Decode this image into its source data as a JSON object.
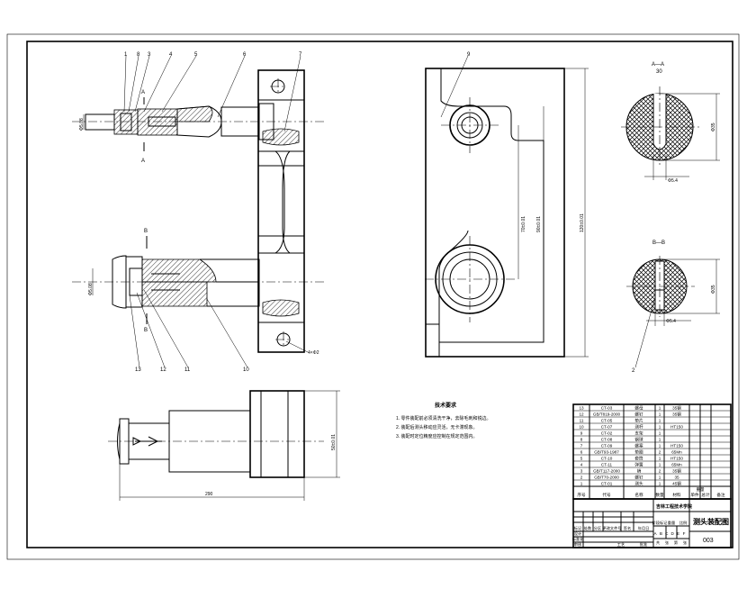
{
  "drawing": {
    "title": "测头装配图",
    "institution": "吉林工程技术学院",
    "number": "003"
  },
  "part_balloons_top": [
    "1",
    "8",
    "3",
    "4",
    "5",
    "6",
    "7"
  ],
  "part_balloons_bottom": [
    "13",
    "12",
    "11",
    "10"
  ],
  "part_balloon_right": "9",
  "part_balloon_detail": "2",
  "section_labels": {
    "a_top": "A",
    "a_bottom": "A",
    "b_top": "B",
    "b_bottom": "B",
    "aa_title": "A—A",
    "aa_scale": "30",
    "bb_title": "B—B"
  },
  "dimensions": {
    "shaft_dia_top": "Φ5.08",
    "shaft_dia_bottom": "Φ5.08",
    "hole_note": "4×Φ2",
    "length_total": "290",
    "height_side": "50±0.01",
    "right_h1": "70±0.01",
    "right_h2": "90±0.01",
    "right_h3": "120±0.01",
    "aa_dia": "Φ35",
    "aa_sub": "Φ5.4",
    "bb_dia": "Φ35",
    "bb_sub": "Φ5.4"
  },
  "notes": {
    "heading": "技术要求",
    "lines": [
      "1. 零件装配前必须清洗干净，去除毛刺和锐边。",
      "2. 装配后测头移动应灵活，无卡滞现象。",
      "3. 装配时定位精度应控制在规定范围内。"
    ]
  },
  "bom": {
    "rows": [
      {
        "no": "13",
        "code": "CT-03",
        "name": "螺母",
        "qty": "1",
        "mat": "35钢"
      },
      {
        "no": "12",
        "code": "GB/T819-2000",
        "name": "螺钉",
        "qty": "1",
        "mat": "35钢"
      },
      {
        "no": "11",
        "code": "CT-05",
        "name": "垫片",
        "qty": "1",
        "mat": ""
      },
      {
        "no": "10",
        "code": "CT-07",
        "name": "测杆",
        "qty": "1",
        "mat": "HT150"
      },
      {
        "no": "9",
        "code": "CT-02",
        "name": "支架",
        "qty": "1",
        "mat": ""
      },
      {
        "no": "8",
        "code": "CT-08",
        "name": "钢球",
        "qty": "1",
        "mat": ""
      },
      {
        "no": "7",
        "code": "CT-09",
        "name": "螺塞",
        "qty": "1",
        "mat": "HT150"
      },
      {
        "no": "6",
        "code": "GB/T93-1987",
        "name": "垫圈",
        "qty": "2",
        "mat": "65Mn"
      },
      {
        "no": "5",
        "code": "CT-10",
        "name": "套筒",
        "qty": "1",
        "mat": "HT150"
      },
      {
        "no": "4",
        "code": "CT-11",
        "name": "弹簧",
        "qty": "1",
        "mat": "65Mn"
      },
      {
        "no": "3",
        "code": "GB/T117-2000",
        "name": "销",
        "qty": "2",
        "mat": "35钢"
      },
      {
        "no": "2",
        "code": "GB/T70-2000",
        "name": "螺钉",
        "qty": "1",
        "mat": "35"
      },
      {
        "no": "1",
        "code": "CT-01",
        "name": "测头",
        "qty": "1",
        "mat": "45钢"
      }
    ],
    "header": [
      "序号",
      "代号",
      "名称",
      "数量",
      "材料",
      "单件",
      "总计",
      "备注"
    ],
    "header_weight": "重量"
  },
  "titleblock": {
    "row_labels": [
      "标记",
      "处数",
      "分区",
      "更改文件号",
      "签名",
      "年月日"
    ],
    "role_labels": [
      "设计",
      "标准化",
      "审核",
      "工艺",
      "批准"
    ],
    "stage_labels": [
      "阶段标记",
      "重量",
      "比例"
    ],
    "sheet_cells": [
      "共",
      "张",
      "第",
      "张"
    ],
    "scale_letters": [
      "A",
      "B",
      "C",
      "D",
      "E",
      "F"
    ]
  }
}
